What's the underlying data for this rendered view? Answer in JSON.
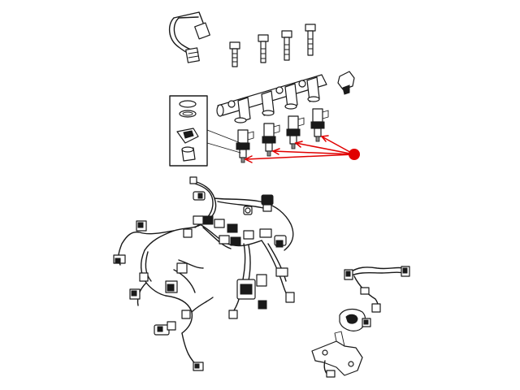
{
  "diagram": {
    "colors": {
      "line": "#1a1a1a",
      "highlight": "#e00000",
      "background": "#ffffff",
      "shade": "#8a8a8a"
    },
    "callouts": [
      {
        "target": "fuel-injector-1"
      },
      {
        "target": "fuel-injector-2"
      },
      {
        "target": "fuel-injector-3"
      },
      {
        "target": "fuel-injector-4"
      }
    ]
  }
}
